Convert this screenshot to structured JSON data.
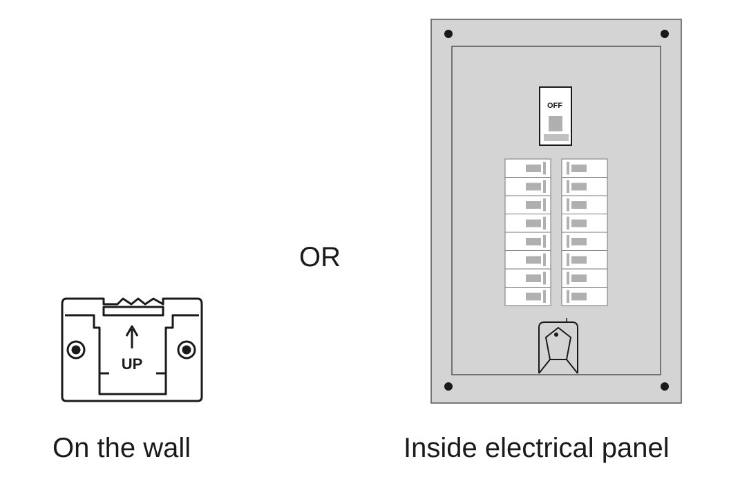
{
  "labels": {
    "or": "OR",
    "wall_caption": "On the wall",
    "panel_caption": "Inside electrical panel",
    "main_switch": "OFF",
    "wall_arrow_text": "UP"
  },
  "panel": {
    "breaker_rows": 8,
    "breaker_columns": 2
  },
  "colors": {
    "panel_fill": "#d4d4d4",
    "line": "#1a1a1a",
    "breaker_handle": "#b0b0b0"
  },
  "icons": [
    "up-arrow-icon",
    "screw-icon"
  ]
}
